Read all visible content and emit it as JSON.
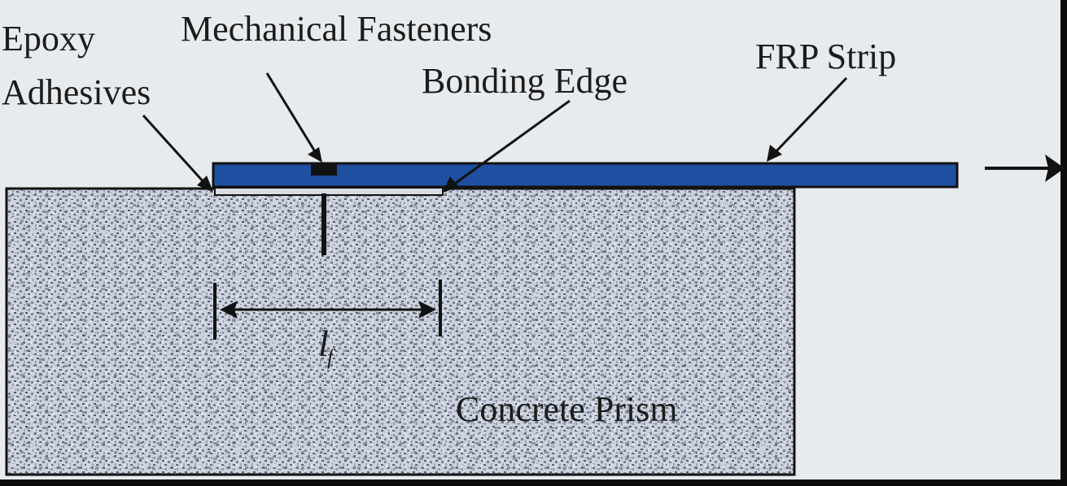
{
  "labels": {
    "epoxy_line1": "Epoxy",
    "epoxy_line2": "Adhesives",
    "mechanical_fasteners": "Mechanical Fasteners",
    "bonding_edge": "Bonding Edge",
    "frp_strip": "FRP Strip",
    "fastener_length_symbol": "l",
    "fastener_length_subscript": "f",
    "concrete_prism": "Concrete Prism"
  },
  "colors": {
    "background": "#e8ebee",
    "frp_strip": "#1f4fa0",
    "concrete_base": "#c9d1dc",
    "concrete_speckle": "#5a6478",
    "ink": "#121212"
  }
}
